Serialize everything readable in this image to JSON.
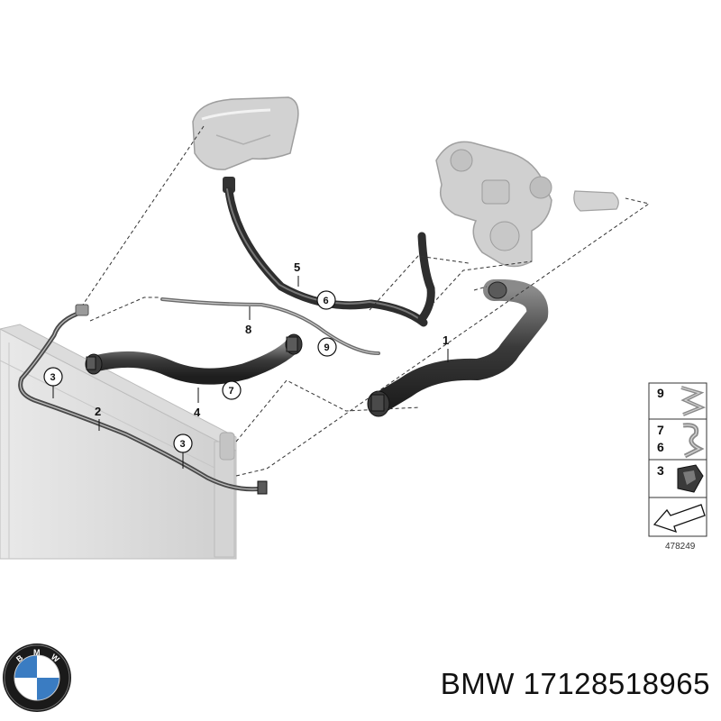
{
  "callouts": {
    "hose_1": "1",
    "hose_2": "2",
    "hose_4": "4",
    "hose_5": "5",
    "hose_8": "8",
    "clip_3a": "3",
    "clip_3b": "3",
    "clip_6": "6",
    "clip_7": "7",
    "clip_9": "9"
  },
  "legend": {
    "row1": [
      "9"
    ],
    "row2": [
      "7",
      "6"
    ],
    "row3": [
      "3"
    ]
  },
  "diagram_id": "478249",
  "footer": {
    "brand": "BMW",
    "part_number": "17128518965"
  },
  "logo": {
    "text": "BMW",
    "colors": {
      "ring": "#1a1a1a",
      "blue": "#3a7cc2",
      "white": "#ffffff"
    }
  }
}
